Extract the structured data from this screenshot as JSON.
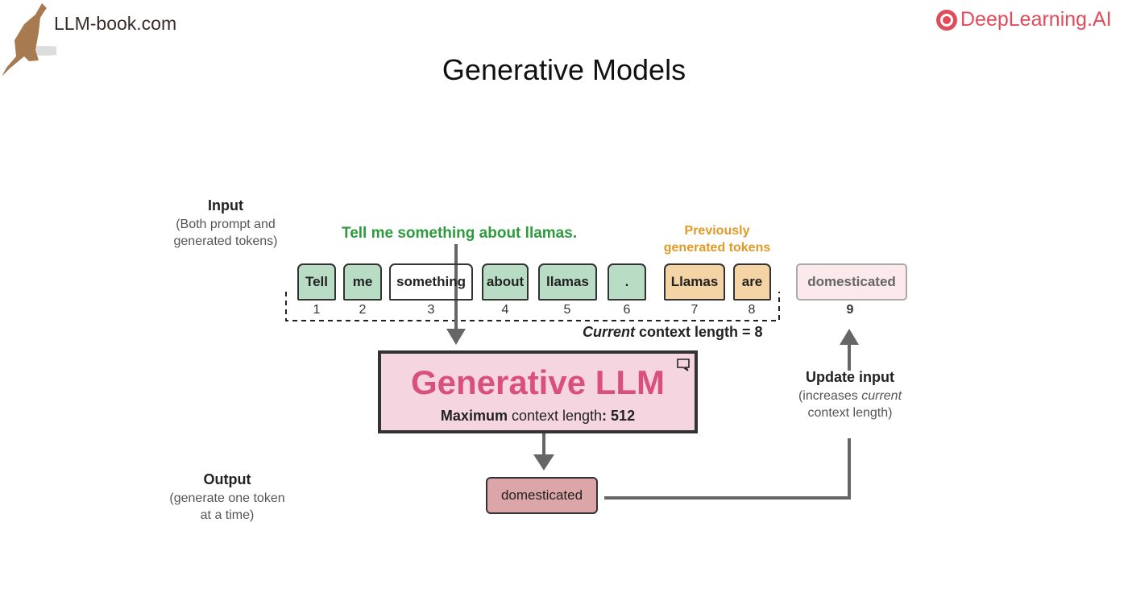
{
  "logo_left": {
    "text": "LLM-book.com",
    "image": "kangaroo"
  },
  "logo_right": {
    "text": "DeepLearning.AI",
    "icon": "deeplearning-ai-logo",
    "color": "#e04c5b"
  },
  "title": "Generative Models",
  "input": {
    "label": "Input",
    "sublabel_1": "(Both prompt and",
    "sublabel_2": "generated tokens)"
  },
  "prompt_text": "Tell me something about llamas.",
  "previous_label_1": "Previously",
  "previous_label_2": "generated tokens",
  "tokens": [
    {
      "text": "Tell",
      "n": "1",
      "kind": "prompt"
    },
    {
      "text": "me",
      "n": "2",
      "kind": "prompt"
    },
    {
      "text": "something",
      "n": "3",
      "kind": "prompt"
    },
    {
      "text": "about",
      "n": "4",
      "kind": "prompt"
    },
    {
      "text": "llamas",
      "n": "5",
      "kind": "prompt"
    },
    {
      "text": ".",
      "n": "6",
      "kind": "prompt"
    },
    {
      "text": "Llamas",
      "n": "7",
      "kind": "generated"
    },
    {
      "text": "are",
      "n": "8",
      "kind": "generated"
    }
  ],
  "new_token": {
    "text": "domesticated",
    "n": "9"
  },
  "current_context": {
    "italic": "Current",
    "rest": " context length = 8"
  },
  "model": {
    "name": "Generative LLM",
    "max_bold": "Maximum",
    "max_rest": " context length",
    "max_colon": ": 512",
    "icon": "comment-icon"
  },
  "output": {
    "label": "Output",
    "sublabel_1": "(generate one token",
    "sublabel_2": "at a time)",
    "token": "domesticated"
  },
  "update": {
    "label": "Update input",
    "sub_1a": "(increases ",
    "sub_1b": "current",
    "sub_2": "context length)"
  },
  "colors": {
    "prompt_green": "#2e9a3e",
    "generated_orange": "#e09a25",
    "model_pink": "#d94f7e",
    "model_bg": "#f5d6e0",
    "output_bg": "#dca6a8"
  }
}
